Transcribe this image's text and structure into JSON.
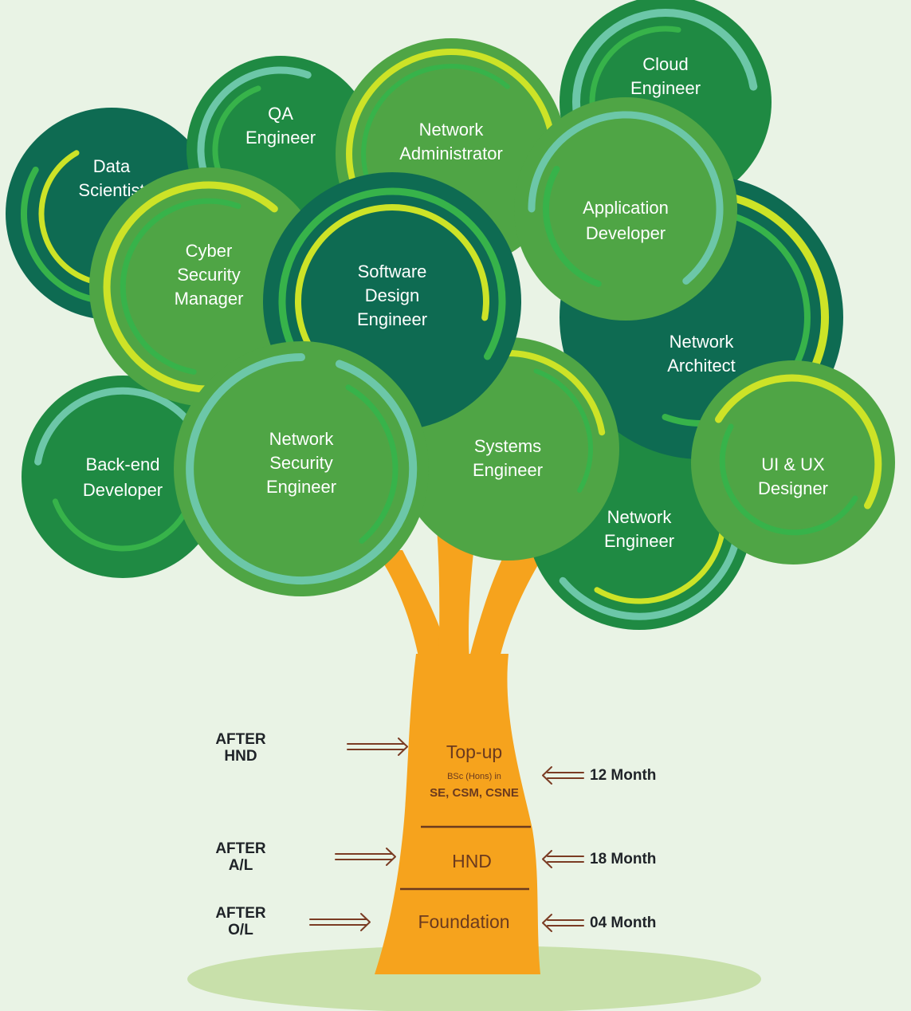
{
  "careers": [
    {
      "id": "cloud-engineer",
      "lines": [
        "Cloud",
        "Engineer"
      ]
    },
    {
      "id": "data-scientist",
      "lines": [
        "Data",
        "Scientist"
      ]
    },
    {
      "id": "qa-engineer",
      "lines": [
        "QA",
        "Engineer"
      ]
    },
    {
      "id": "network-administrator",
      "lines": [
        "Network",
        "Administrator"
      ]
    },
    {
      "id": "network-engineer",
      "lines": [
        "Network",
        "Engineer"
      ]
    },
    {
      "id": "back-end-developer",
      "lines": [
        "Back-end",
        "Developer"
      ]
    },
    {
      "id": "network-architect",
      "lines": [
        "Network",
        "Architect"
      ]
    },
    {
      "id": "ui-ux-designer",
      "lines": [
        "UI & UX",
        "Designer"
      ]
    },
    {
      "id": "application-developer",
      "lines": [
        "Application",
        "Developer"
      ]
    },
    {
      "id": "systems-engineer",
      "lines": [
        "Systems",
        "Engineer"
      ]
    },
    {
      "id": "cyber-security-manager",
      "lines": [
        "Cyber",
        "Security",
        "Manager"
      ]
    },
    {
      "id": "software-design-engineer",
      "lines": [
        "Software",
        "Design",
        "Engineer"
      ]
    },
    {
      "id": "network-security-engineer",
      "lines": [
        "Network",
        "Security",
        "Engineer"
      ]
    }
  ],
  "stages": {
    "topup": {
      "title": "Top-up",
      "subtitle": "BSc (Hons) in",
      "programs": "SE, CSM, CSNE",
      "entry": [
        "AFTER",
        "HND"
      ],
      "duration": "12 Month"
    },
    "hnd": {
      "title": "HND",
      "entry": [
        "AFTER",
        "A/L"
      ],
      "duration": "18 Month"
    },
    "foundation": {
      "title": "Foundation",
      "entry": [
        "AFTER",
        "O/L"
      ],
      "duration": "04 Month"
    }
  },
  "colors": {
    "background": "#e9f3e5",
    "ground": "#c8e0aa",
    "trunk": "#f6a31d",
    "trunk_text": "#6b3a1e",
    "arrow": "#7a3b23",
    "dark_green": "#0e6b52",
    "mid_green": "#1f8a43",
    "leaf_green": "#4fa545",
    "ring_teal": "#6cc7a8",
    "ring_lime": "#cde327",
    "ring_green": "#37b34a"
  }
}
